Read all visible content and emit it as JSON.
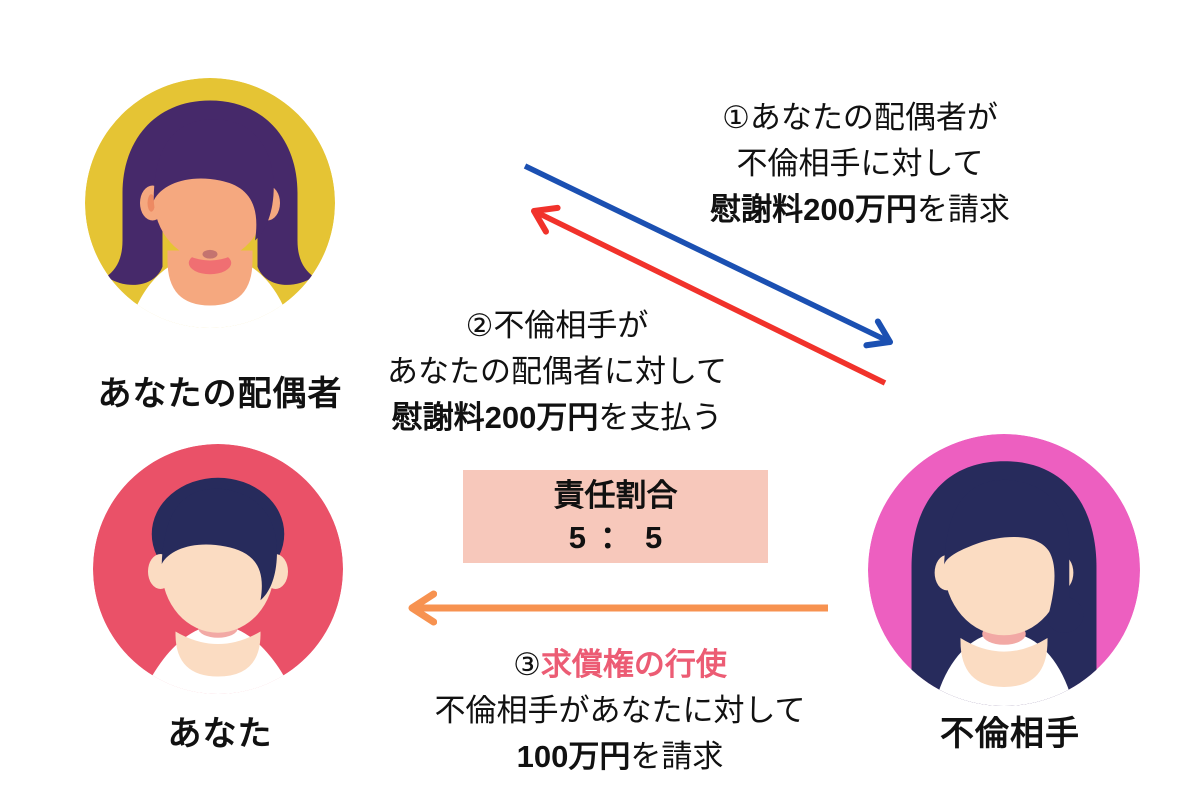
{
  "colors": {
    "background": "#ffffff",
    "text": "#111111",
    "blue_arrow": "#1b50b2",
    "red_arrow": "#f1322b",
    "orange_arrow": "#f79250",
    "ratio_box_bg": "#f7c8bb",
    "step3_accent": "#ec5c74",
    "shirt": "#ffffff",
    "spouse_circle": "#e5c434",
    "spouse_hair": "#46296a",
    "spouse_skin": "#f5a87f",
    "spouse_collar": "#f06f72",
    "spouse_ear_inner": "#ed8a63",
    "spouse_mouth": "#c4746f",
    "you_circle": "#ea5168",
    "partner_circle": "#ed5fc0",
    "dark_hair": "#272b5c",
    "light_skin": "#fbdcc2",
    "neck_shadow": "#f2a9a5"
  },
  "actors": {
    "spouse": {
      "label": "あなたの配偶者"
    },
    "you": {
      "label": "あなた"
    },
    "partner": {
      "label": "不倫相手"
    }
  },
  "steps": {
    "step1": {
      "line1": "①あなたの配偶者が",
      "line2": "不倫相手に対して",
      "line3_bold": "慰謝料200万円",
      "line3_rest": "を請求"
    },
    "step2": {
      "line1": "②不倫相手が",
      "line2": "あなたの配偶者に対して",
      "line3_bold": "慰謝料200万円",
      "line3_rest": "を支払う"
    },
    "step3": {
      "number": "③",
      "title": "求償権の行使",
      "line2": "不倫相手があなたに対して",
      "line3_bold": "100万円",
      "line3_rest": "を請求"
    }
  },
  "ratio_box": {
    "title": "責任割合",
    "value": "5：5"
  }
}
